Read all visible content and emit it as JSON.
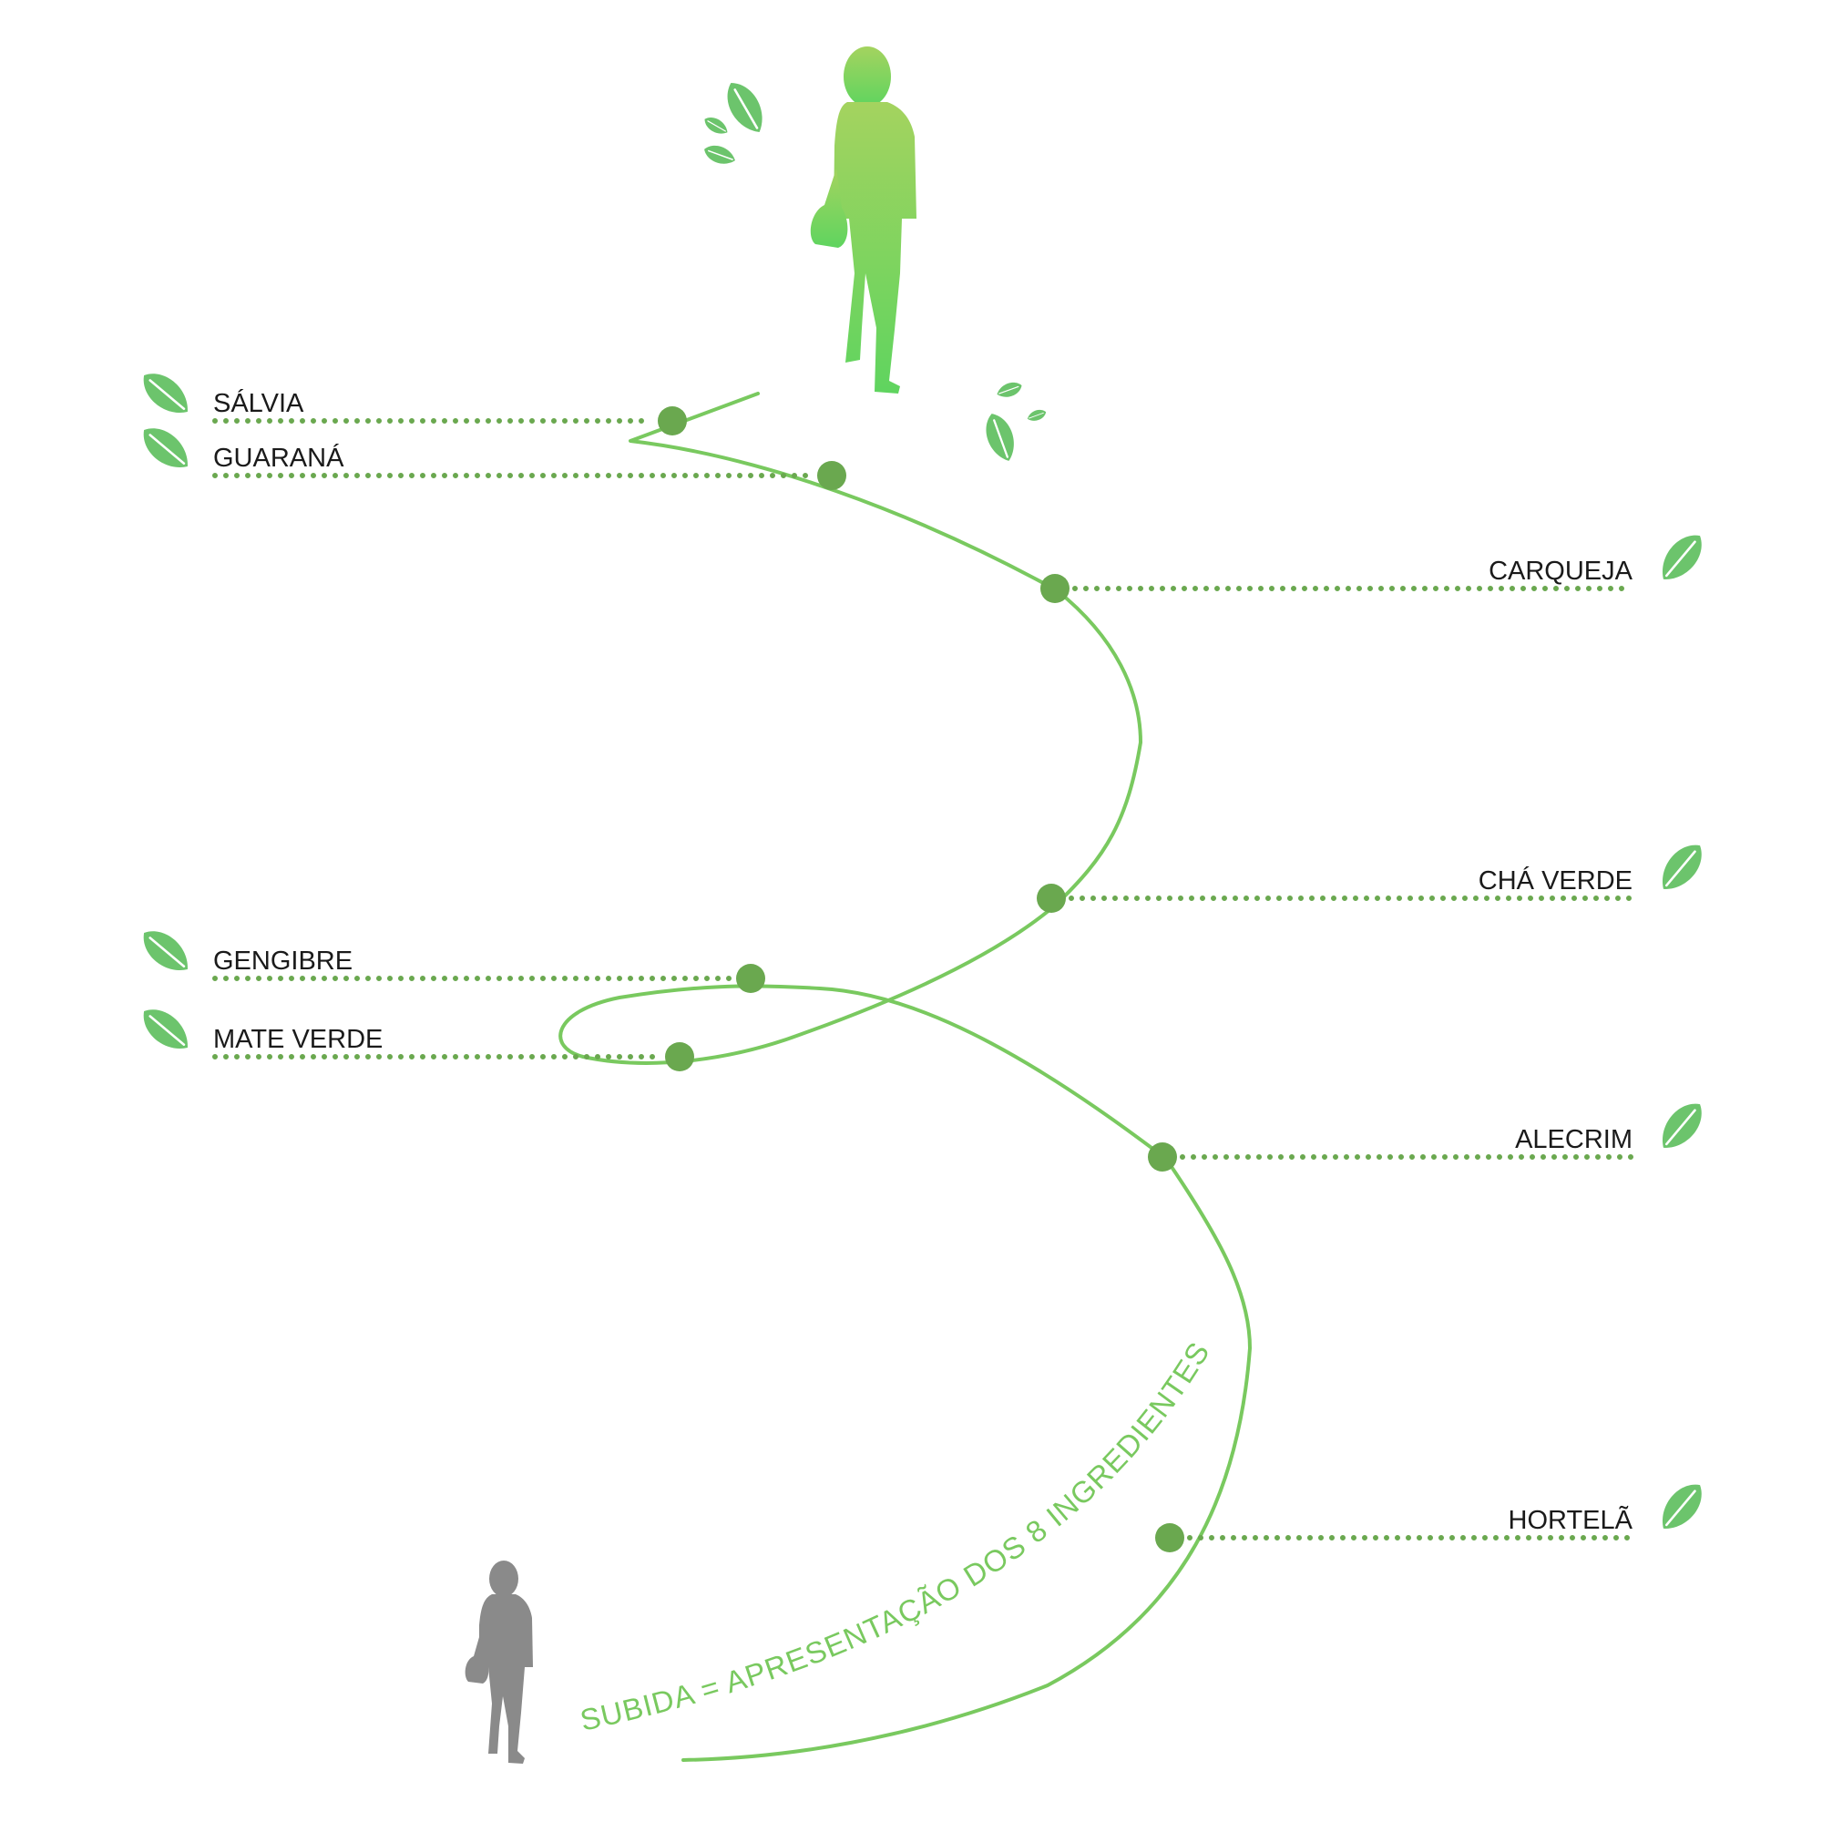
{
  "diagram": {
    "curve_caption": "SUBIDA = APRESENTAÇÃO DOS 8 INGREDIENTES",
    "colors": {
      "path": "#79c95f",
      "node": "#6aa84f",
      "dots": "#6aa84f",
      "leaf": "#6cc46c",
      "leaf_vein": "#ffffff",
      "figure_top": "#a4d35f",
      "figure_bottom": "#5fd45f",
      "figure_bottom_person": "#8a8a8a",
      "caption": "#79c95f"
    },
    "ingredients": [
      {
        "label": "SÁLVIA"
      },
      {
        "label": "GUARANÁ"
      },
      {
        "label": "CARQUEJA"
      },
      {
        "label": "CHÁ VERDE"
      },
      {
        "label": "GENGIBRE"
      },
      {
        "label": "MATE VERDE"
      },
      {
        "label": "ALECRIM"
      },
      {
        "label": "HORTELÃ"
      }
    ]
  }
}
